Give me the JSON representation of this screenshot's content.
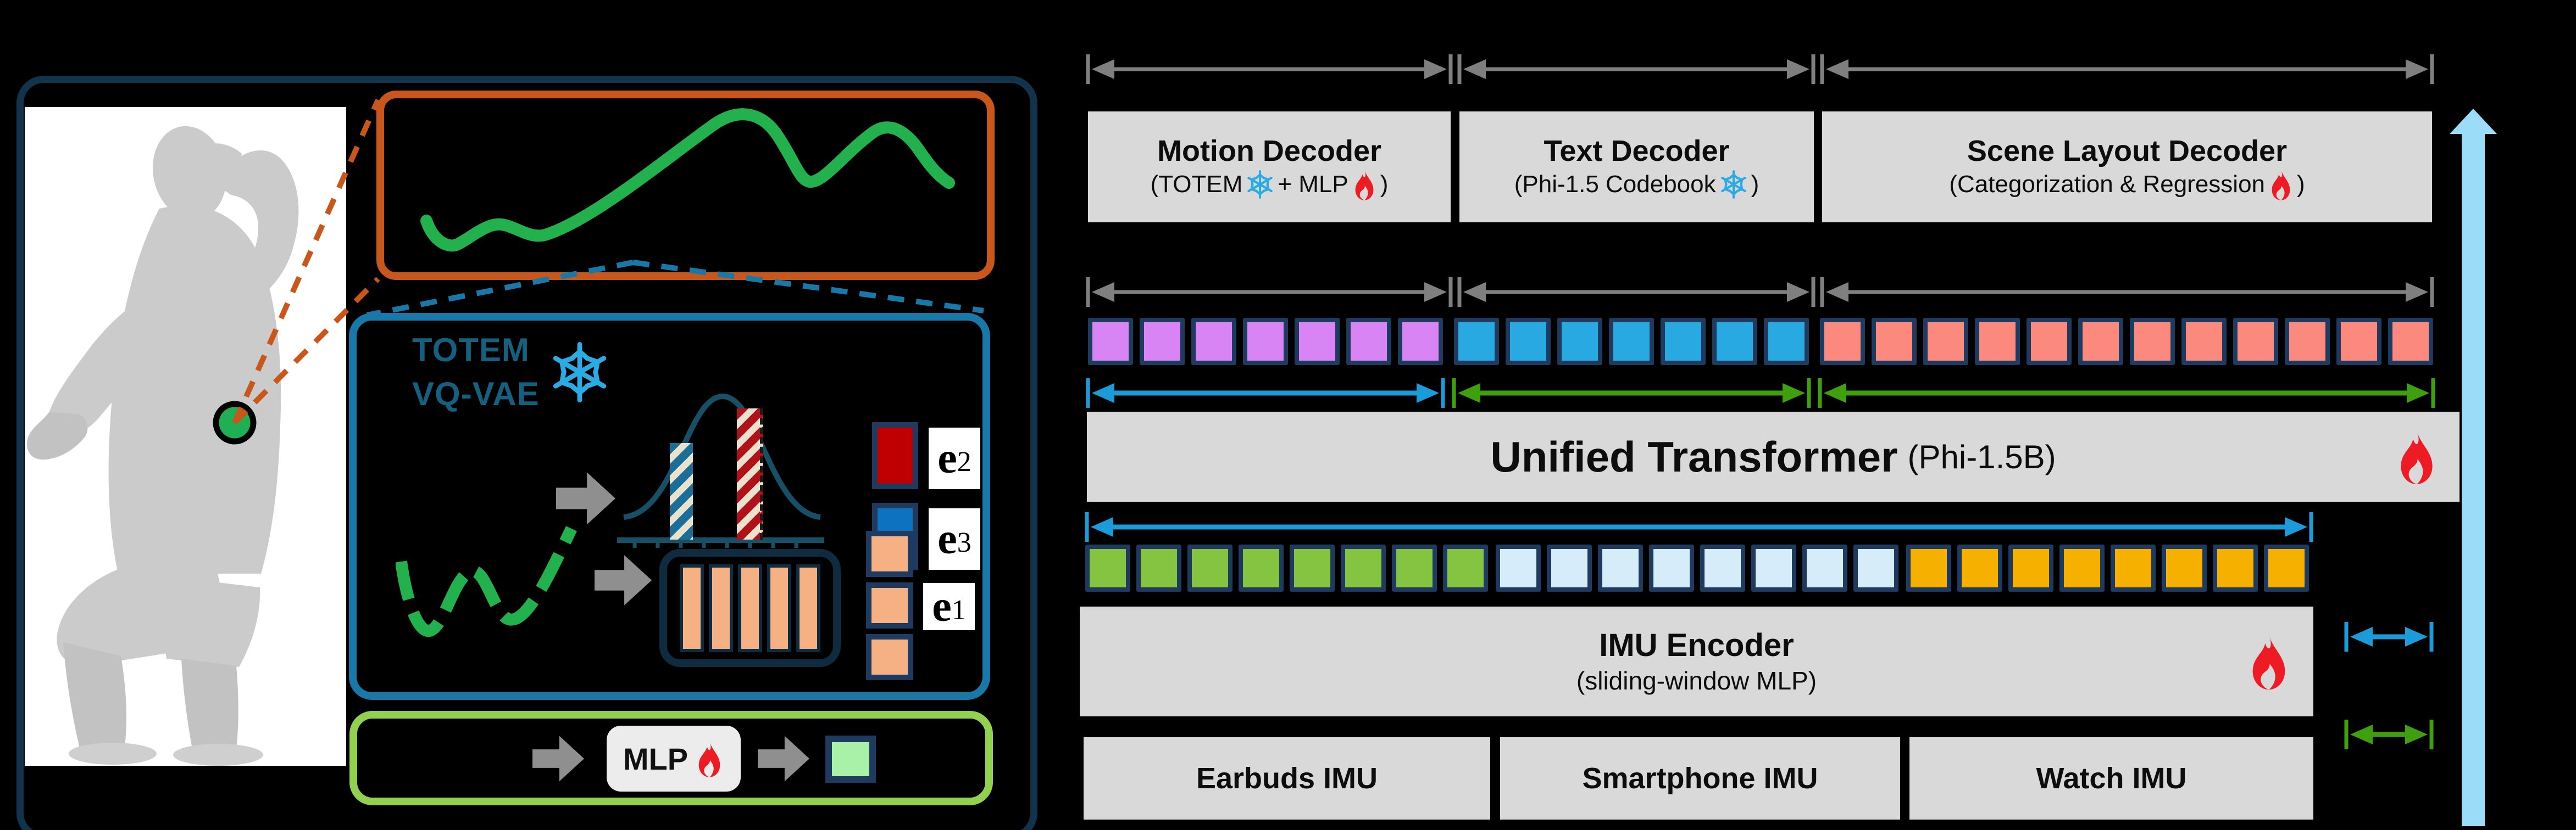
{
  "colors": {
    "background": "#000000",
    "box_fill": "#d9d9d9",
    "token_border": "#1e3a5f",
    "span_gray": "#7f7f7f",
    "span_blue": "#1b9cd9",
    "span_green": "#3ea00f",
    "big_arrow_blue": "#9bdcf9",
    "orange_callout": "#c9571c",
    "blue_box_border": "#1878a8",
    "green_box_border": "#92d050",
    "signal_green": "#22b14c",
    "flame_red": "#ed1c24",
    "snowflake_blue": "#2aabe4",
    "marker_green_dot": "#1faf54",
    "codebook_peach": "#f5b183",
    "codebook_red": "#c00000",
    "codebook_blue": "#0d72bf",
    "mlp_output_green": "#a9f0a9"
  },
  "icons": {
    "snowflake": "❄",
    "flame": "🔥"
  },
  "left": {
    "totem_line1": "TOTEM",
    "totem_line2": "VQ-VAE",
    "mlp_label": "MLP",
    "codebook": {
      "e1": {
        "base": "e",
        "sub": "1"
      },
      "e2": {
        "base": "e",
        "sub": "2"
      },
      "e3": {
        "base": "e",
        "sub": "3"
      }
    }
  },
  "decoders": {
    "motion": {
      "title": "Motion Decoder",
      "sub_pre": "(TOTEM ",
      "sub_mid": " + MLP ",
      "sub_close": ")"
    },
    "text": {
      "title": "Text Decoder",
      "sub_pre": "(Phi-1.5 Codebook",
      "sub_close": ")"
    },
    "scene": {
      "title": "Scene Layout Decoder",
      "sub_pre": "(Categorization & Regression ",
      "sub_close": ")"
    }
  },
  "transformer": {
    "title": "Unified Transformer",
    "subtitle": "(Phi-1.5B)"
  },
  "encoder": {
    "title": "IMU Encoder",
    "subtitle": "(sliding-window MLP)"
  },
  "imu_sources": [
    {
      "label": "Earbuds IMU"
    },
    {
      "label": "Smartphone IMU"
    },
    {
      "label": "Watch IMU"
    }
  ],
  "tokens": {
    "row1": [
      {
        "name": "motion-tokens",
        "color": "#d884f5",
        "count": 7
      },
      {
        "name": "text-tokens",
        "color": "#29a9e1",
        "count": 7
      },
      {
        "name": "scene-tokens",
        "color": "#fb897d",
        "count": 12
      }
    ],
    "row2": [
      {
        "name": "earbuds-embedding-tokens",
        "color": "#84c441",
        "count": 8
      },
      {
        "name": "smartphone-embedding-tokens",
        "color": "#d6ecf9",
        "count": 8
      },
      {
        "name": "watch-embedding-tokens",
        "color": "#f5b000",
        "count": 8
      }
    ]
  }
}
